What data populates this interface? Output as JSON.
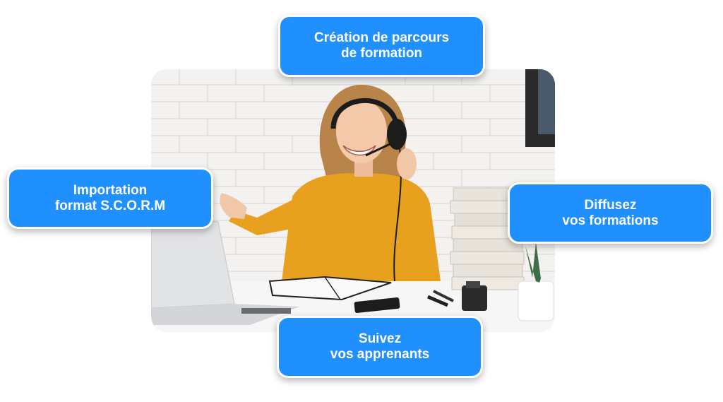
{
  "callouts": {
    "top": {
      "line1": "Création de parcours",
      "line2": "de formation"
    },
    "left": {
      "line1": "Importation",
      "line2": "format S.C.O.R.M"
    },
    "right": {
      "line1": "Diffusez",
      "line2": "vos formations"
    },
    "bottom": {
      "line1": "Suivez",
      "line2": "vos apprenants"
    }
  },
  "colors": {
    "accent": "#2190ff",
    "sweater": "#e8a11e",
    "brick": "#f4f3f1"
  }
}
